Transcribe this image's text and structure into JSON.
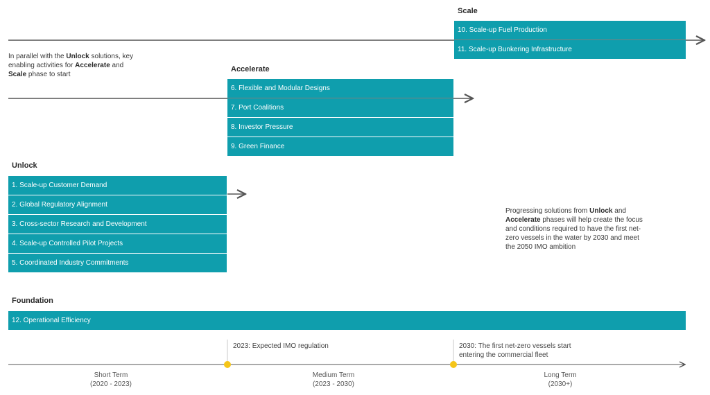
{
  "phases": {
    "scale": {
      "title": "Scale",
      "items": [
        "10. Scale-up Fuel Production",
        "11. Scale-up Bunkering Infrastructure"
      ]
    },
    "accelerate": {
      "title": "Accelerate",
      "items": [
        "6. Flexible and Modular Designs",
        "7. Port Coalitions",
        "8. Investor Pressure",
        "9. Green Finance"
      ]
    },
    "unlock": {
      "title": "Unlock",
      "items": [
        "1. Scale-up Customer Demand",
        "2. Global Regulatory Alignment",
        "3. Cross-sector Research and Development",
        "4. Scale-up Controlled Pilot Projects",
        "5. Coordinated Industry Commitments"
      ]
    },
    "foundation": {
      "title": "Foundation",
      "items": [
        "12. Operational Efficiency"
      ]
    }
  },
  "notes": {
    "parallel": {
      "t1": "In parallel with the ",
      "b1": "Unlock",
      "t2": " solutions, key enabling activities for ",
      "b2": "Accelerate",
      "t3": " and ",
      "b3": "Scale",
      "t4": " phase to start"
    },
    "progress": {
      "t1": "Progressing solutions from ",
      "b1": "Unlock",
      "t2": " and ",
      "b2": "Accelerate",
      "t3": " phases will help create the focus and conditions required to have the first net-zero vessels in the water by 2030 and meet the 2050 IMO ambition"
    }
  },
  "timeline": {
    "events": [
      "2023: Expected IMO regulation",
      "2030: The first net-zero vessels start entering the commercial fleet"
    ],
    "periods": [
      {
        "name": "Short Term",
        "range": "(2020 - 2023)"
      },
      {
        "name": "Medium Term",
        "range": "(2023 - 2030)"
      },
      {
        "name": "Long Term",
        "range": "(2030+)"
      }
    ]
  },
  "colors": {
    "bar": "#0f9ead",
    "milestone": "#f5c518",
    "arrow": "#555555"
  }
}
